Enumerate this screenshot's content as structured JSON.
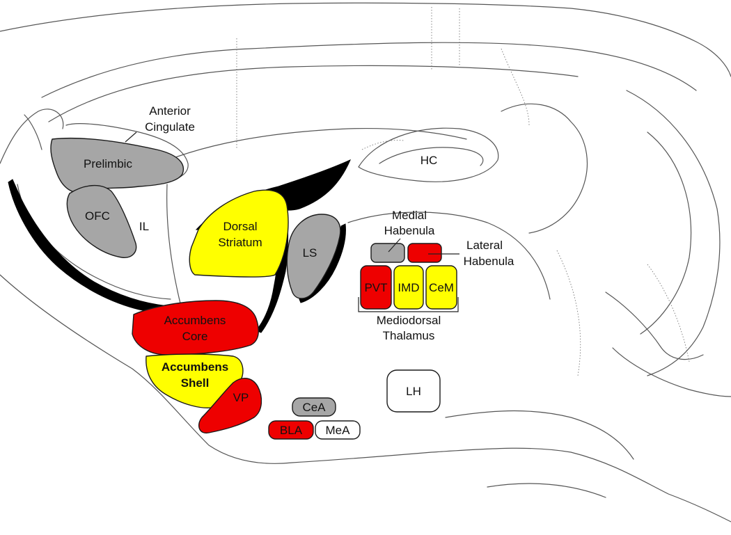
{
  "colors": {
    "red": "#ee0000",
    "yellow": "#ffff00",
    "gray": "#a6a6a6",
    "white": "#ffffff",
    "tract": "#000000"
  },
  "regions": {
    "prelimbic": {
      "label": "Prelimbic",
      "fill": "gray"
    },
    "ofc": {
      "label": "OFC",
      "fill": "gray"
    },
    "il": {
      "label": "IL",
      "fill": "white"
    },
    "dorsal_striatum": {
      "label_line1": "Dorsal",
      "label_line2": "Striatum",
      "fill": "yellow"
    },
    "ls": {
      "label": "LS",
      "fill": "gray"
    },
    "accumbens_core": {
      "label_line1": "Accumbens",
      "label_line2": "Core",
      "fill": "red"
    },
    "accumbens_shell": {
      "label_line1": "Accumbens",
      "label_line2": "Shell",
      "fill": "yellow"
    },
    "vp": {
      "label": "VP",
      "fill": "red"
    },
    "cea": {
      "label": "CeA",
      "fill": "gray"
    },
    "bla": {
      "label": "BLA",
      "fill": "red"
    },
    "mea": {
      "label": "MeA",
      "fill": "white"
    },
    "lh": {
      "label": "LH",
      "fill": "white"
    },
    "hc": {
      "label": "HC"
    },
    "medial_habenula": {
      "fill": "gray"
    },
    "lateral_habenula": {
      "fill": "red"
    },
    "pvt": {
      "label": "PVT",
      "fill": "red"
    },
    "imd": {
      "label": "IMD",
      "fill": "yellow"
    },
    "cem": {
      "label": "CeM",
      "fill": "yellow"
    }
  },
  "annotations": {
    "anterior_cingulate": {
      "line1": "Anterior",
      "line2": "Cingulate"
    },
    "medial_habenula": {
      "line1": "Medial",
      "line2": "Habenula"
    },
    "lateral_habenula": {
      "line1": "Lateral",
      "line2": "Habenula"
    },
    "mediodorsal_thalamus": {
      "line1": "Mediodorsal",
      "line2": "Thalamus"
    }
  }
}
